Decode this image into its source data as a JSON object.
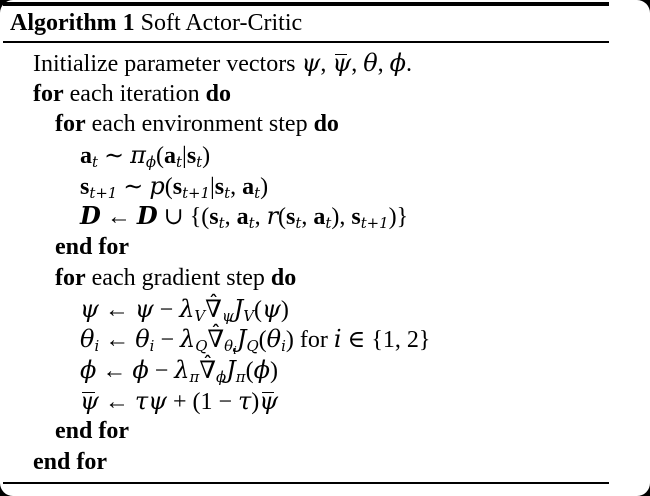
{
  "colors": {
    "text": "#000000",
    "paper_background": "#ffffff",
    "corner_background": "#000000",
    "rule": "#000000"
  },
  "header": {
    "label": "Algorithm 1",
    "title": "Soft Actor-Critic"
  },
  "algorithm": {
    "lines": [
      {
        "indent": 0,
        "segments": [
          {
            "f": "n",
            "t": "Initialize parameter vectors "
          },
          {
            "f": "i",
            "t": "ψ"
          },
          {
            "f": "n",
            "t": ", "
          },
          {
            "f": "bar",
            "t": "ψ"
          },
          {
            "f": "n",
            "t": ", "
          },
          {
            "f": "i",
            "t": "θ"
          },
          {
            "f": "n",
            "t": ", "
          },
          {
            "f": "i",
            "t": "ϕ"
          },
          {
            "f": "n",
            "t": "."
          }
        ]
      },
      {
        "indent": 0,
        "segments": [
          {
            "f": "b",
            "t": "for"
          },
          {
            "f": "n",
            "t": " each iteration "
          },
          {
            "f": "b",
            "t": "do"
          }
        ]
      },
      {
        "indent": 1,
        "segments": [
          {
            "f": "b",
            "t": "for"
          },
          {
            "f": "n",
            "t": " each environment step "
          },
          {
            "f": "b",
            "t": "do"
          }
        ]
      },
      {
        "indent": 2,
        "segments": [
          {
            "f": "bi",
            "t": "a"
          },
          {
            "f": "sub",
            "t": "t"
          },
          {
            "f": "n",
            "t": " ∼ "
          },
          {
            "f": "i",
            "t": "π"
          },
          {
            "f": "sub",
            "t": "ϕ"
          },
          {
            "f": "n",
            "t": "("
          },
          {
            "f": "bi",
            "t": "a"
          },
          {
            "f": "sub",
            "t": "t"
          },
          {
            "f": "n",
            "t": "|"
          },
          {
            "f": "bi",
            "t": "s"
          },
          {
            "f": "sub",
            "t": "t"
          },
          {
            "f": "n",
            "t": ")"
          }
        ]
      },
      {
        "indent": 2,
        "segments": [
          {
            "f": "bi",
            "t": "s"
          },
          {
            "f": "sub",
            "t": "t+1"
          },
          {
            "f": "n",
            "t": " ∼ "
          },
          {
            "f": "i",
            "t": "p"
          },
          {
            "f": "n",
            "t": "("
          },
          {
            "f": "bi",
            "t": "s"
          },
          {
            "f": "sub",
            "t": "t+1"
          },
          {
            "f": "n",
            "t": "|"
          },
          {
            "f": "bi",
            "t": "s"
          },
          {
            "f": "sub",
            "t": "t"
          },
          {
            "f": "n",
            "t": ", "
          },
          {
            "f": "bi",
            "t": "a"
          },
          {
            "f": "sub",
            "t": "t"
          },
          {
            "f": "n",
            "t": ")"
          }
        ]
      },
      {
        "indent": 2,
        "segments": [
          {
            "f": "cal",
            "t": "D"
          },
          {
            "f": "n",
            "t": " ← "
          },
          {
            "f": "cal",
            "t": "D"
          },
          {
            "f": "n",
            "t": " ∪ {("
          },
          {
            "f": "bi",
            "t": "s"
          },
          {
            "f": "sub",
            "t": "t"
          },
          {
            "f": "n",
            "t": ", "
          },
          {
            "f": "bi",
            "t": "a"
          },
          {
            "f": "sub",
            "t": "t"
          },
          {
            "f": "n",
            "t": ", "
          },
          {
            "f": "i",
            "t": "r"
          },
          {
            "f": "n",
            "t": "("
          },
          {
            "f": "bi",
            "t": "s"
          },
          {
            "f": "sub",
            "t": "t"
          },
          {
            "f": "n",
            "t": ", "
          },
          {
            "f": "bi",
            "t": "a"
          },
          {
            "f": "sub",
            "t": "t"
          },
          {
            "f": "n",
            "t": "), "
          },
          {
            "f": "bi",
            "t": "s"
          },
          {
            "f": "sub",
            "t": "t+1"
          },
          {
            "f": "n",
            "t": ")}"
          }
        ]
      },
      {
        "indent": 1,
        "segments": [
          {
            "f": "b",
            "t": "end for"
          }
        ]
      },
      {
        "indent": 1,
        "segments": [
          {
            "f": "b",
            "t": "for"
          },
          {
            "f": "n",
            "t": " each gradient step "
          },
          {
            "f": "b",
            "t": "do"
          }
        ]
      },
      {
        "indent": 2,
        "segments": [
          {
            "f": "i",
            "t": "ψ"
          },
          {
            "f": "n",
            "t": " ← "
          },
          {
            "f": "i",
            "t": "ψ"
          },
          {
            "f": "n",
            "t": " − "
          },
          {
            "f": "i",
            "t": "λ"
          },
          {
            "f": "sub",
            "t": "V"
          },
          {
            "f": "hat",
            "t": "∇",
            "m": "ˆ"
          },
          {
            "f": "sub",
            "t": "ψ"
          },
          {
            "f": "i",
            "t": "J"
          },
          {
            "f": "sub",
            "t": "V"
          },
          {
            "f": "n",
            "t": "("
          },
          {
            "f": "i",
            "t": "ψ"
          },
          {
            "f": "n",
            "t": ")"
          }
        ]
      },
      {
        "indent": 2,
        "segments": [
          {
            "f": "i",
            "t": "θ"
          },
          {
            "f": "sub",
            "t": "i"
          },
          {
            "f": "n",
            "t": " ← "
          },
          {
            "f": "i",
            "t": "θ"
          },
          {
            "f": "sub",
            "t": "i"
          },
          {
            "f": "n",
            "t": " − "
          },
          {
            "f": "i",
            "t": "λ"
          },
          {
            "f": "sub",
            "t": "Q"
          },
          {
            "f": "hat",
            "t": "∇",
            "m": "ˆ"
          },
          {
            "f": "sub",
            "t": "θ"
          },
          {
            "f": "sub2",
            "t": "i"
          },
          {
            "f": "i",
            "t": "J"
          },
          {
            "f": "sub",
            "t": "Q"
          },
          {
            "f": "n",
            "t": "("
          },
          {
            "f": "i",
            "t": "θ"
          },
          {
            "f": "sub",
            "t": "i"
          },
          {
            "f": "n",
            "t": ") for "
          },
          {
            "f": "i",
            "t": "i"
          },
          {
            "f": "n",
            "t": " ∈ {1, 2}"
          }
        ]
      },
      {
        "indent": 2,
        "segments": [
          {
            "f": "i",
            "t": "ϕ"
          },
          {
            "f": "n",
            "t": " ← "
          },
          {
            "f": "i",
            "t": "ϕ"
          },
          {
            "f": "n",
            "t": " − "
          },
          {
            "f": "i",
            "t": "λ"
          },
          {
            "f": "sub",
            "t": "π"
          },
          {
            "f": "hat",
            "t": "∇",
            "m": "ˆ"
          },
          {
            "f": "sub",
            "t": "ϕ"
          },
          {
            "f": "i",
            "t": "J"
          },
          {
            "f": "sub",
            "t": "π"
          },
          {
            "f": "n",
            "t": "("
          },
          {
            "f": "i",
            "t": "ϕ"
          },
          {
            "f": "n",
            "t": ")"
          }
        ]
      },
      {
        "indent": 2,
        "segments": [
          {
            "f": "bar",
            "t": "ψ"
          },
          {
            "f": "n",
            "t": " ← "
          },
          {
            "f": "i",
            "t": "τψ"
          },
          {
            "f": "n",
            "t": " + (1 − "
          },
          {
            "f": "i",
            "t": "τ"
          },
          {
            "f": "n",
            "t": ")"
          },
          {
            "f": "bar",
            "t": "ψ"
          }
        ]
      },
      {
        "indent": 1,
        "segments": [
          {
            "f": "b",
            "t": "end for"
          }
        ]
      },
      {
        "indent": 0,
        "segments": [
          {
            "f": "b",
            "t": "end for"
          }
        ]
      }
    ]
  }
}
